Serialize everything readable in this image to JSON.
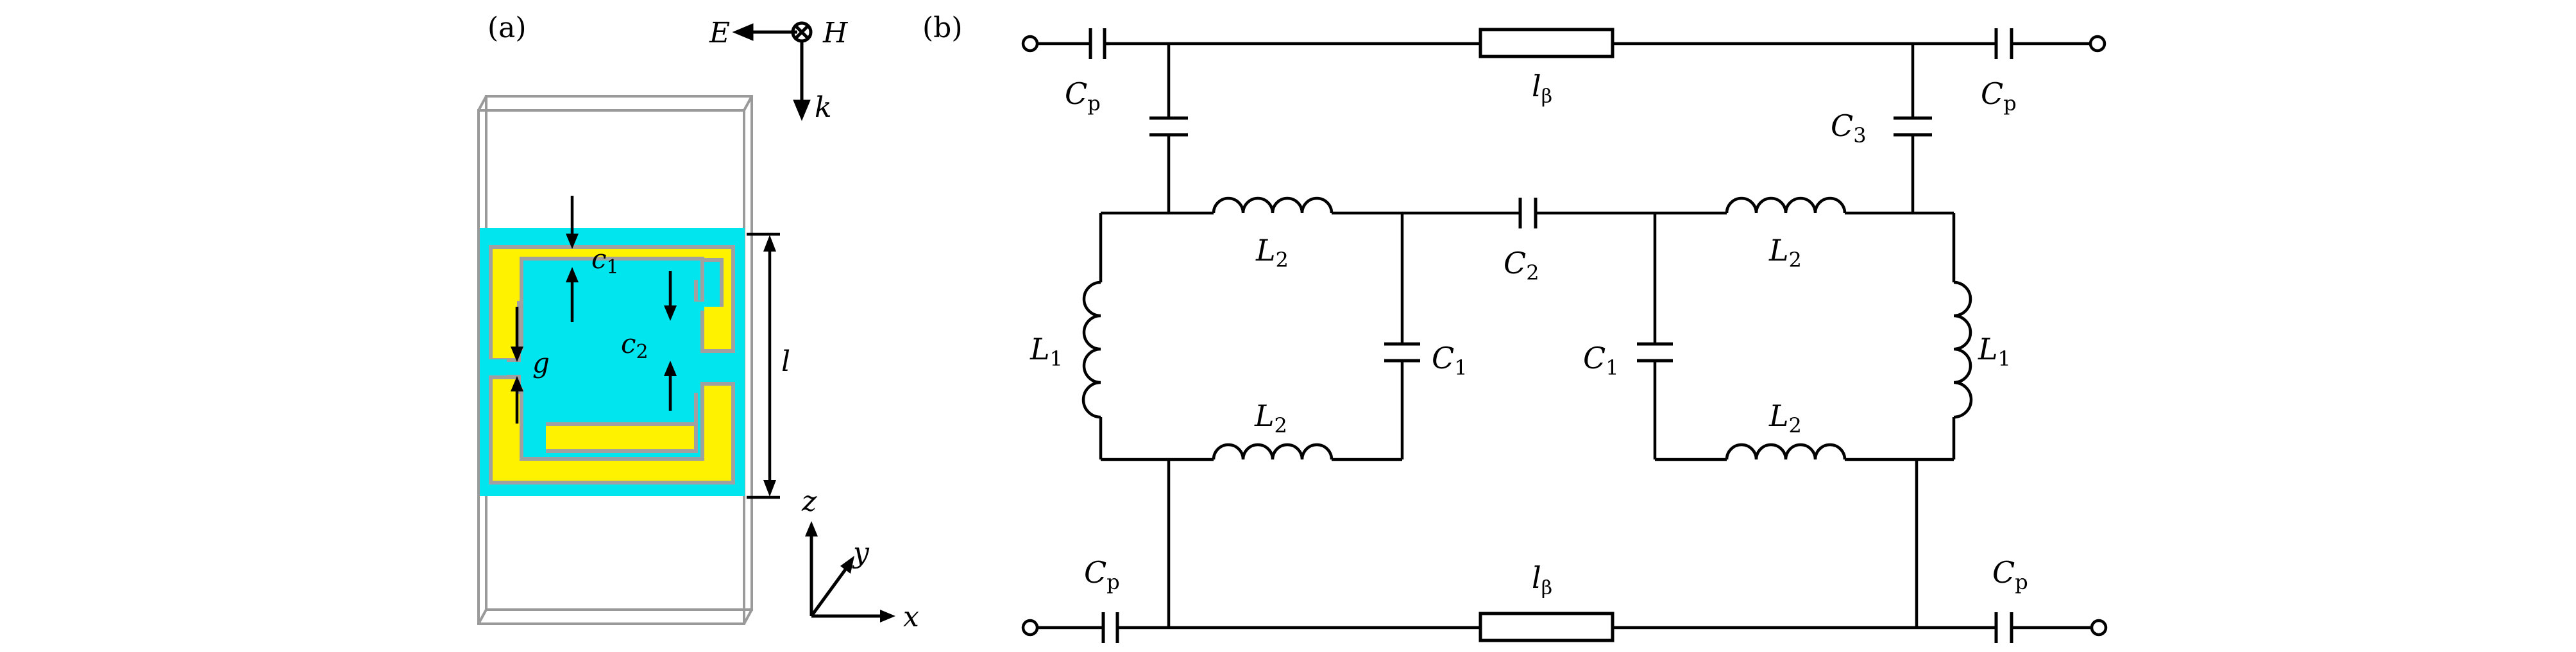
{
  "panel_a": {
    "label": "(a)",
    "E": "E",
    "H": "H",
    "k": "k",
    "c1": "c",
    "c1_sub": "1",
    "c2": "c",
    "c2_sub": "2",
    "g": "g",
    "l": "l",
    "z": "z",
    "y": "y",
    "x": "x",
    "colors": {
      "substrate": "#00E5EE",
      "metal": "#FFF200",
      "frame": "#9a9a9a",
      "border": "#A0A0A0"
    }
  },
  "panel_b": {
    "label": "(b)",
    "Cp_top_left": "C",
    "Cp_sub": "p",
    "Cp_top_right": "C",
    "Cp_bottom_left": "C",
    "Cp_bottom_right": "C",
    "l_beta_top": "l",
    "l_beta_sub": "β",
    "l_beta_bottom": "l",
    "C3": "C",
    "C3_sub": "3",
    "L2": "L",
    "L2_sub": "2",
    "C2": "C",
    "C2_sub": "2",
    "L1": "L",
    "L1_sub": "1",
    "C1": "C",
    "C1_sub": "1"
  }
}
